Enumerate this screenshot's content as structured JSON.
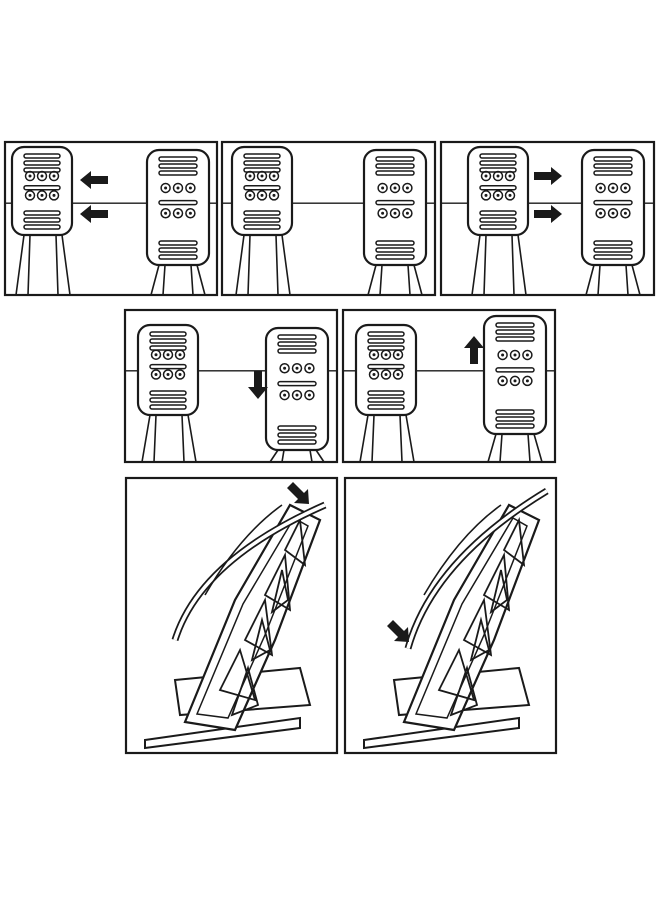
{
  "colors": {
    "line": "#1a1a1a",
    "background": "#ffffff"
  },
  "rows": [
    {
      "panels": [
        {
          "id": "move-left",
          "arrow": "arrow-left-icon",
          "arrow_count": 2
        },
        {
          "id": "neutral",
          "arrow": null,
          "arrow_count": 0
        },
        {
          "id": "move-right",
          "arrow": "arrow-right-icon",
          "arrow_count": 2
        }
      ]
    },
    {
      "panels": [
        {
          "id": "move-down",
          "arrow": "arrow-down-icon",
          "arrow_count": 1
        },
        {
          "id": "move-up",
          "arrow": "arrow-up-icon",
          "arrow_count": 1
        }
      ]
    },
    {
      "panels": [
        {
          "id": "tilt-forward",
          "arrow": "arrow-down-right-icon",
          "arrow_count": 1
        },
        {
          "id": "tilt-back",
          "arrow": "arrow-down-right-icon",
          "arrow_count": 1
        }
      ]
    }
  ]
}
